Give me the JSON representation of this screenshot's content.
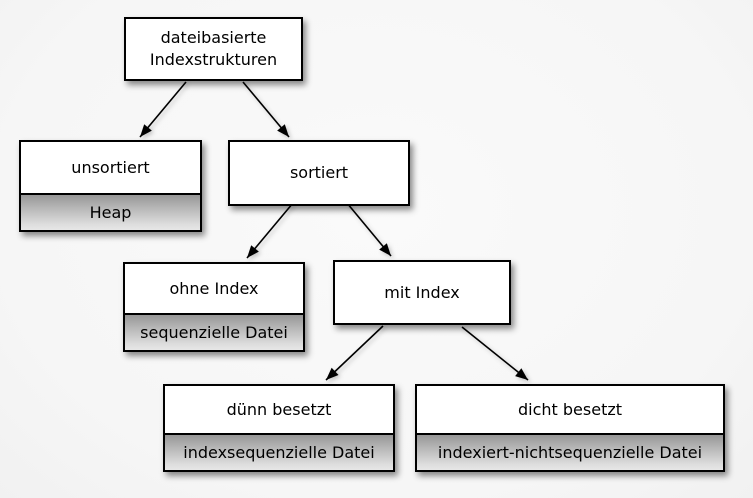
{
  "diagram": {
    "language": "de",
    "root_label": "dateibasierte Indexstrukturen"
  },
  "colors": {
    "background": "#f6f6f6",
    "box_fill": "#ffffff",
    "box_border": "#000000",
    "sublabel_gradient_top": "#979797",
    "sublabel_gradient_bottom": "#e7e7e7",
    "arrow": "#000000",
    "text": "#000000"
  },
  "nodes": [
    {
      "id": "root",
      "label": "dateibasierte Indexstrukturen",
      "sublabel": ""
    },
    {
      "id": "unsortiert",
      "label": "unsortiert",
      "sublabel": "Heap"
    },
    {
      "id": "sortiert",
      "label": "sortiert",
      "sublabel": ""
    },
    {
      "id": "ohne-index",
      "label": "ohne Index",
      "sublabel": "sequenzielle Datei"
    },
    {
      "id": "mit-index",
      "label": "mit Index",
      "sublabel": ""
    },
    {
      "id": "duenn-besetzt",
      "label": "dünn besetzt",
      "sublabel": "indexsequenzielle Datei"
    },
    {
      "id": "dicht-besetzt",
      "label": "dicht besetzt",
      "sublabel": "indexiert-nichtsequenzielle Datei"
    }
  ],
  "edges": [
    {
      "from": "root",
      "to": "unsortiert"
    },
    {
      "from": "root",
      "to": "sortiert"
    },
    {
      "from": "sortiert",
      "to": "ohne-index"
    },
    {
      "from": "sortiert",
      "to": "mit-index"
    },
    {
      "from": "mit-index",
      "to": "duenn-besetzt"
    },
    {
      "from": "mit-index",
      "to": "dicht-besetzt"
    }
  ]
}
